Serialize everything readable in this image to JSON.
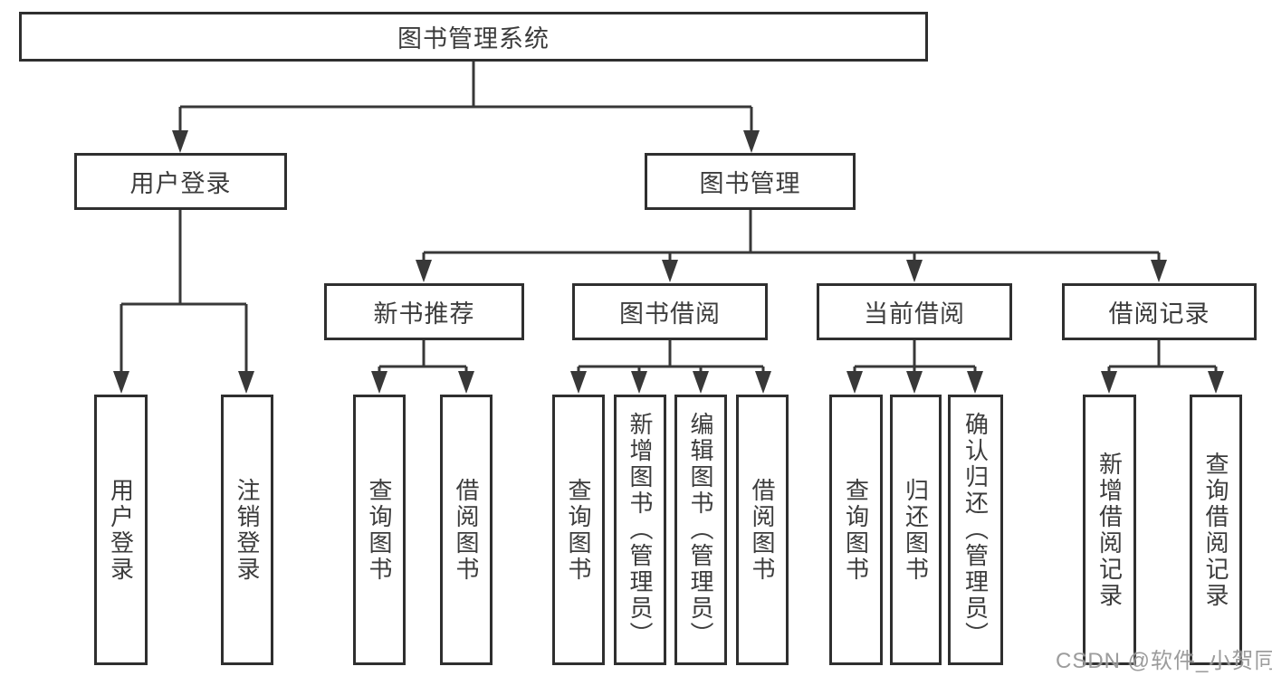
{
  "diagram": {
    "title_node": "图书管理系统",
    "level2": [
      {
        "label": "用户登录"
      },
      {
        "label": "图书管理"
      }
    ],
    "level3": [
      {
        "label": "新书推荐"
      },
      {
        "label": "图书借阅"
      },
      {
        "label": "当前借阅"
      },
      {
        "label": "借阅记录"
      }
    ],
    "leaves": [
      {
        "label": "用户登录"
      },
      {
        "label": "注销登录"
      },
      {
        "label": "查询图书"
      },
      {
        "label": "借阅图书"
      },
      {
        "label": "查询图书"
      },
      {
        "label": "新增图书（管理员）"
      },
      {
        "label": "编辑图书（管理员）"
      },
      {
        "label": "借阅图书"
      },
      {
        "label": "查询图书"
      },
      {
        "label": "归还图书"
      },
      {
        "label": "确认归还（管理员）"
      },
      {
        "label": "新增借阅记录"
      },
      {
        "label": "查询借阅记录"
      }
    ]
  },
  "watermark": {
    "text": "CSDN @软件_小贺同学"
  },
  "colors": {
    "line": "#383838",
    "border": "#2f2f2f",
    "text": "#3c3c3c",
    "watermark": "#949494",
    "background": "#ffffff"
  }
}
